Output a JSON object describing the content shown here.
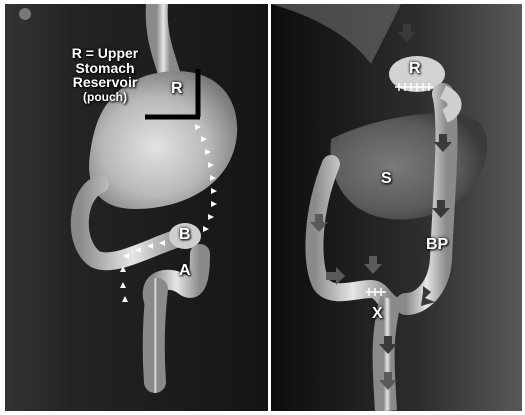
{
  "left_panel": {
    "legend_line1": "R = Upper",
    "legend_line2": "Stomach",
    "legend_line3": "Reservoir",
    "legend_line4": "(pouch)",
    "labels": {
      "reservoir": "R",
      "limb_b": "B",
      "limb_a": "A"
    }
  },
  "right_panel": {
    "labels": {
      "reservoir": "R",
      "stomach": "S",
      "bypass": "BP",
      "junction": "X"
    }
  },
  "colors": {
    "background_dark": "#111111",
    "body_gray": "#6b6b6b",
    "organ_light": "#d2d2d2",
    "organ_shade": "#8d8d8d",
    "arrow": "#3a3a3a",
    "staple": "#ffffff"
  }
}
